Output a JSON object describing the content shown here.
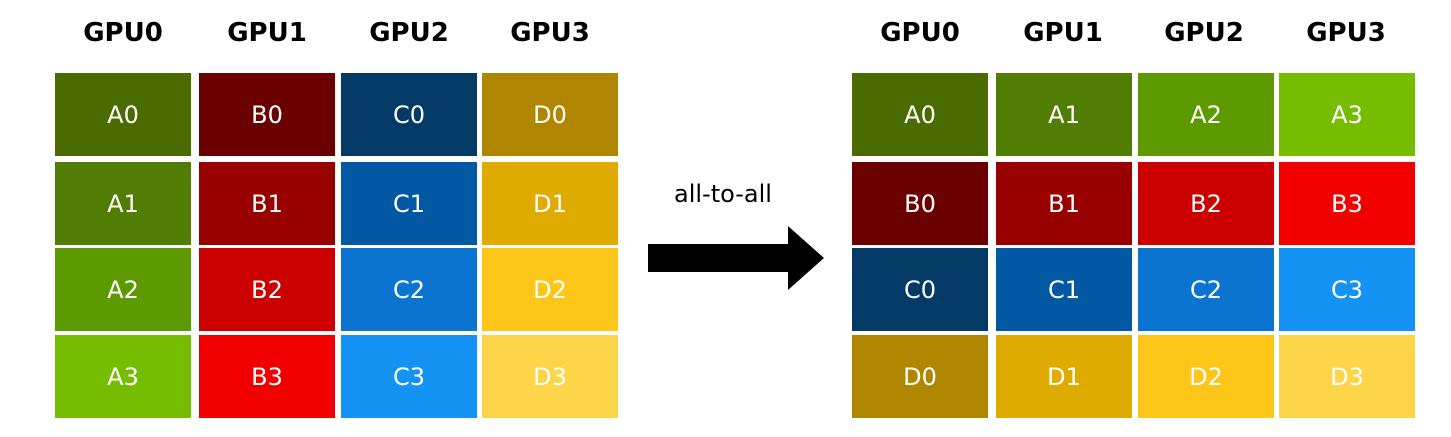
{
  "before": {
    "headers": [
      "GPU0",
      "GPU1",
      "GPU2",
      "GPU3"
    ],
    "columns": [
      [
        {
          "label": "A0",
          "color": "#4a6b00"
        },
        {
          "label": "A1",
          "color": "#527d05"
        },
        {
          "label": "A2",
          "color": "#5d9a00"
        },
        {
          "label": "A3",
          "color": "#76bc00"
        }
      ],
      [
        {
          "label": "B0",
          "color": "#6b0000"
        },
        {
          "label": "B1",
          "color": "#990000"
        },
        {
          "label": "B2",
          "color": "#cc0000"
        },
        {
          "label": "B3",
          "color": "#f20000"
        }
      ],
      [
        {
          "label": "C0",
          "color": "#033a66"
        },
        {
          "label": "C1",
          "color": "#0258a2"
        },
        {
          "label": "C2",
          "color": "#0b74d1"
        },
        {
          "label": "C3",
          "color": "#1593f5"
        }
      ],
      [
        {
          "label": "D0",
          "color": "#b08500"
        },
        {
          "label": "D1",
          "color": "#e0ab00"
        },
        {
          "label": "D2",
          "color": "#fdc618"
        },
        {
          "label": "D3",
          "color": "#fdd548"
        }
      ]
    ]
  },
  "transition": {
    "label": "all-to-all",
    "arrow_color": "#000000"
  },
  "after": {
    "headers": [
      "GPU0",
      "GPU1",
      "GPU2",
      "GPU3"
    ],
    "columns": [
      [
        {
          "label": "A0",
          "color": "#4a6b00"
        },
        {
          "label": "B0",
          "color": "#6b0000"
        },
        {
          "label": "C0",
          "color": "#033a66"
        },
        {
          "label": "D0",
          "color": "#b08500"
        }
      ],
      [
        {
          "label": "A1",
          "color": "#527d05"
        },
        {
          "label": "B1",
          "color": "#990000"
        },
        {
          "label": "C1",
          "color": "#0258a2"
        },
        {
          "label": "D1",
          "color": "#e0ab00"
        }
      ],
      [
        {
          "label": "A2",
          "color": "#5d9a00"
        },
        {
          "label": "B2",
          "color": "#cc0000"
        },
        {
          "label": "C2",
          "color": "#0b74d1"
        },
        {
          "label": "D2",
          "color": "#fdc618"
        }
      ],
      [
        {
          "label": "A3",
          "color": "#76bc00"
        },
        {
          "label": "B3",
          "color": "#f20000"
        },
        {
          "label": "C3",
          "color": "#1593f5"
        },
        {
          "label": "D3",
          "color": "#fdd548"
        }
      ]
    ]
  }
}
